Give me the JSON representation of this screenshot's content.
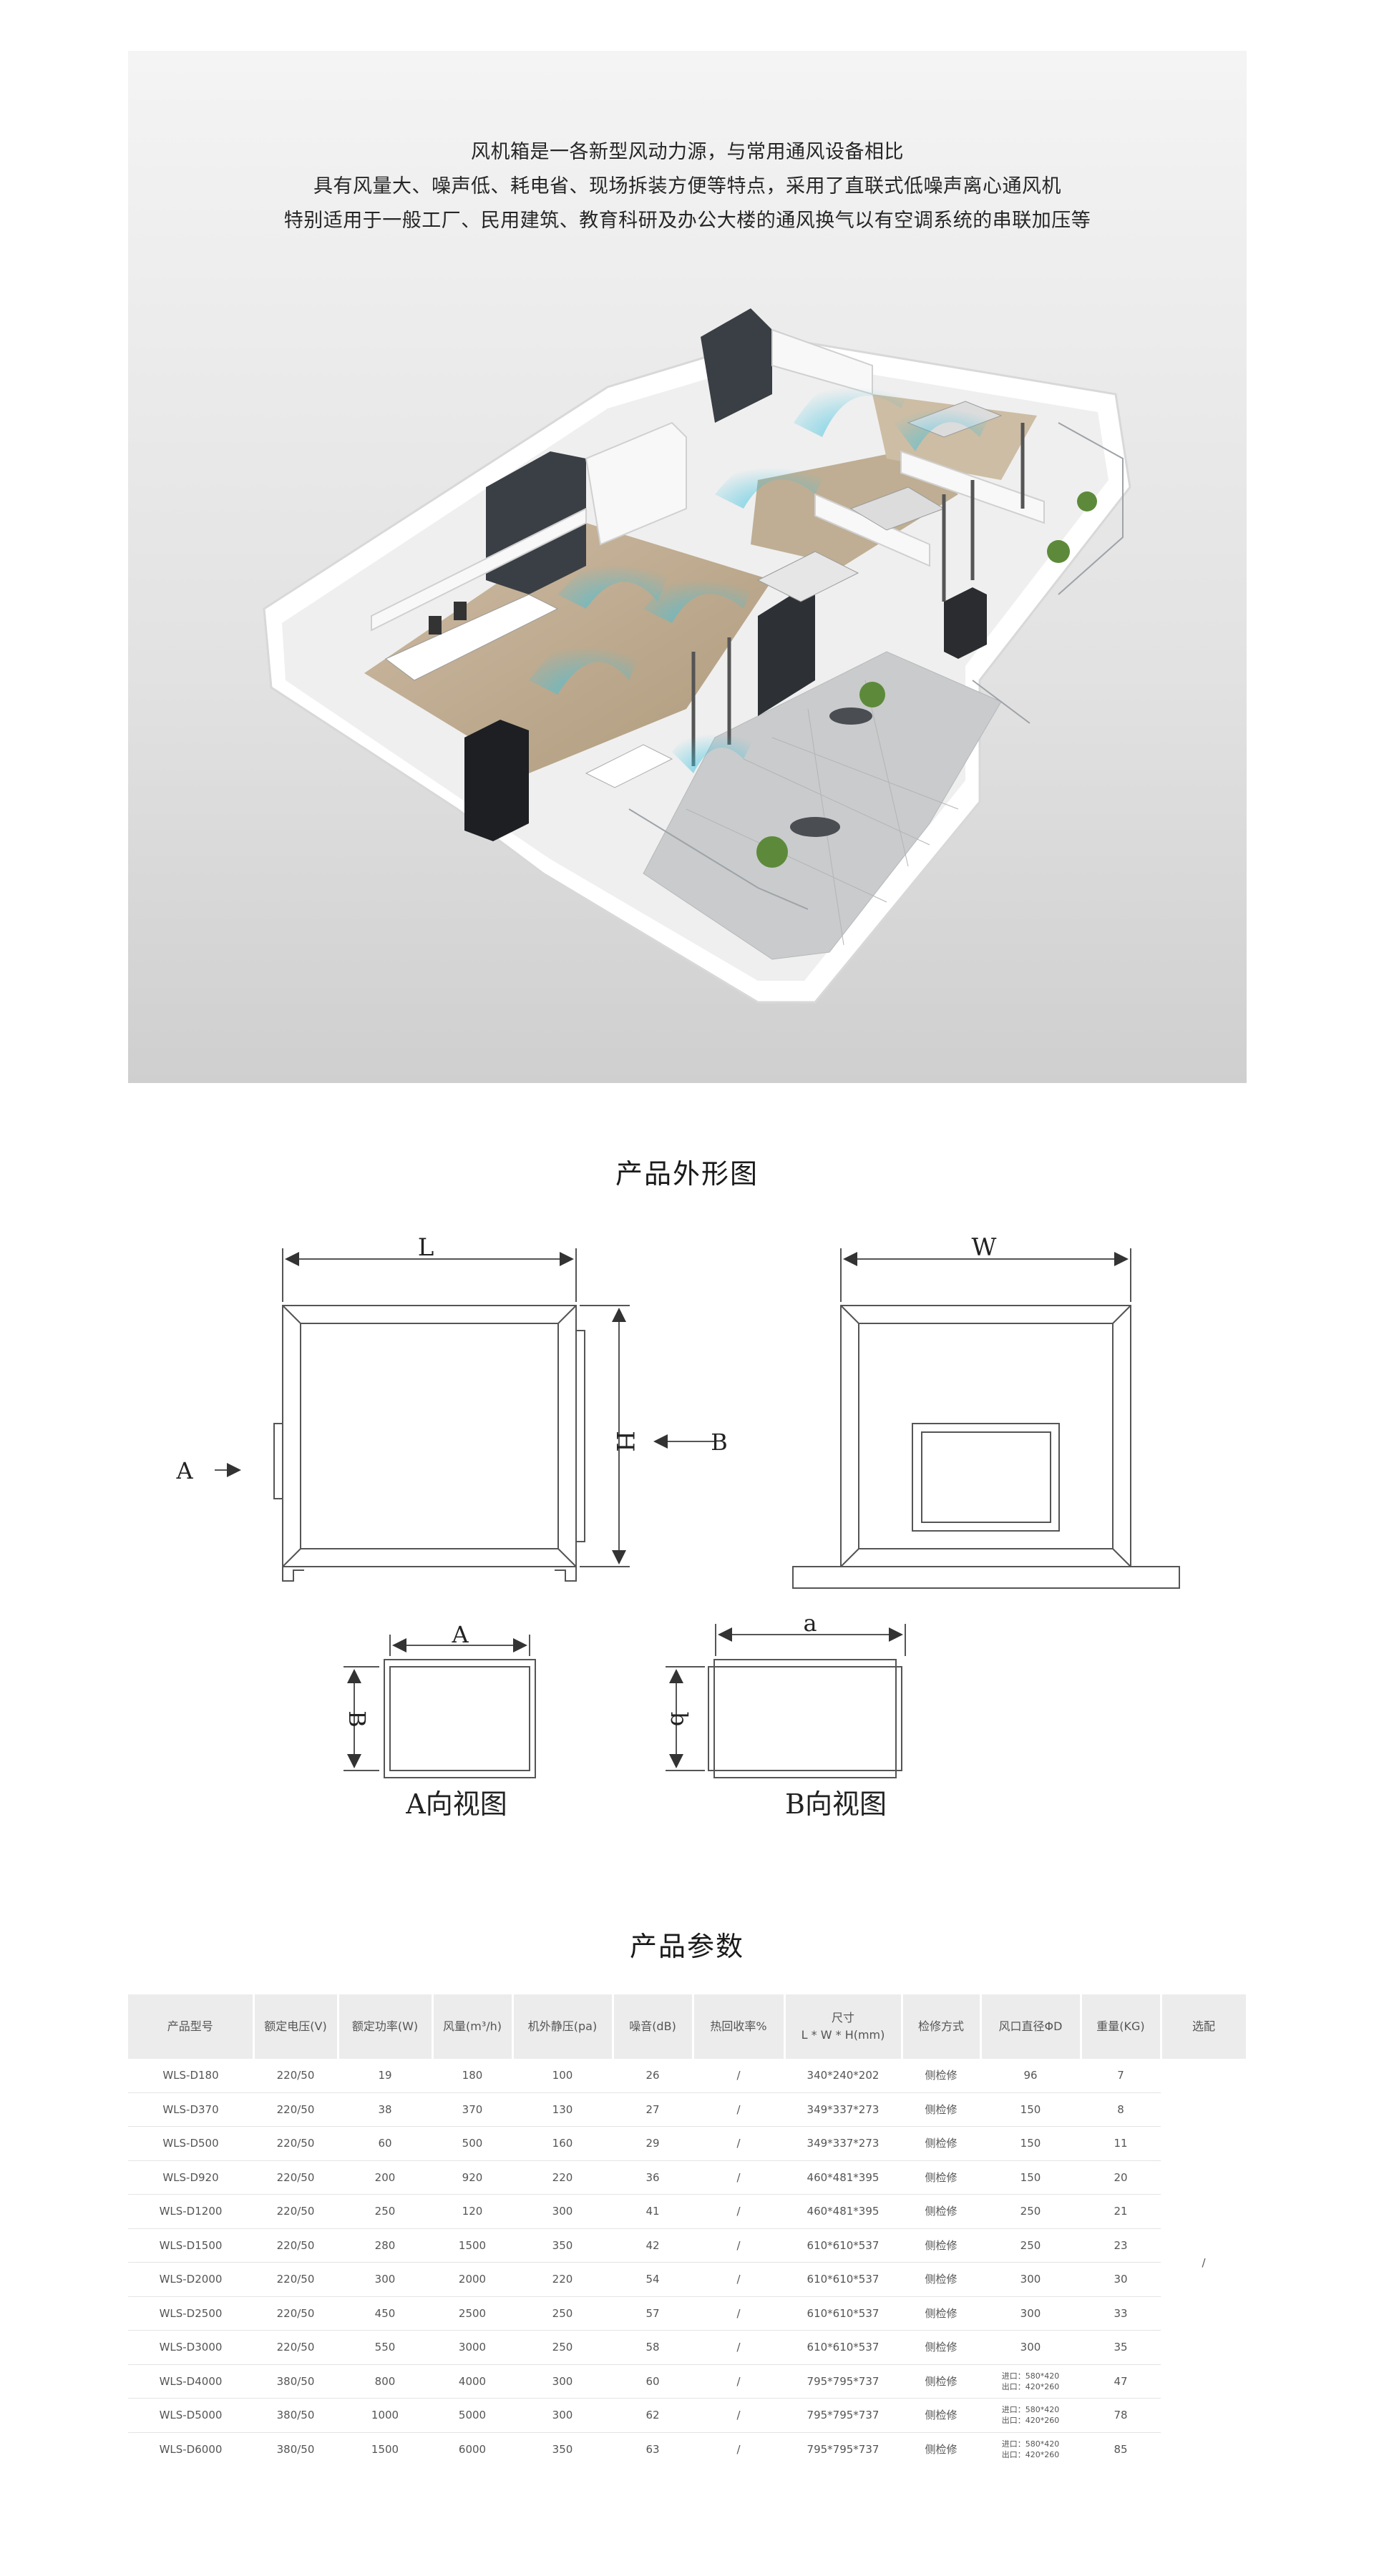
{
  "hero": {
    "lines": [
      "风机箱是一各新型风动力源，与常用通风设备相比",
      "具有风量大、噪声低、耗电省、现场拆装方便等特点，采用了直联式低噪声离心通风机",
      "特别适用于一般工厂、民用建筑、教育科研及办公大楼的通风换气以有空调系统的串联加压等"
    ]
  },
  "outline": {
    "title": "产品外形图",
    "labels": {
      "L": "L",
      "H": "H",
      "W": "W",
      "A": "A",
      "B": "B",
      "a": "a",
      "b": "b",
      "view_a": "A向视图",
      "view_b": "B向视图"
    }
  },
  "params": {
    "title": "产品参数",
    "headers": [
      "产品型号",
      "额定电压(V)",
      "额定功率(W)",
      "风量(m³/h)",
      "机外静压(pa)",
      "噪音(dB)",
      "热回收率%",
      "尺寸\nL * W * H(mm)",
      "检修方式",
      "风口直径ΦD",
      "重量(KG)",
      "选配"
    ],
    "option_value": "/",
    "rows": [
      [
        "WLS-D180",
        "220/50",
        "19",
        "180",
        "100",
        "26",
        "/",
        "340*240*202",
        "侧检修",
        "96",
        "7"
      ],
      [
        "WLS-D370",
        "220/50",
        "38",
        "370",
        "130",
        "27",
        "/",
        "349*337*273",
        "侧检修",
        "150",
        "8"
      ],
      [
        "WLS-D500",
        "220/50",
        "60",
        "500",
        "160",
        "29",
        "/",
        "349*337*273",
        "侧检修",
        "150",
        "11"
      ],
      [
        "WLS-D920",
        "220/50",
        "200",
        "920",
        "220",
        "36",
        "/",
        "460*481*395",
        "侧检修",
        "150",
        "20"
      ],
      [
        "WLS-D1200",
        "220/50",
        "250",
        "120",
        "300",
        "41",
        "/",
        "460*481*395",
        "侧检修",
        "250",
        "21"
      ],
      [
        "WLS-D1500",
        "220/50",
        "280",
        "1500",
        "350",
        "42",
        "/",
        "610*610*537",
        "侧检修",
        "250",
        "23"
      ],
      [
        "WLS-D2000",
        "220/50",
        "300",
        "2000",
        "220",
        "54",
        "/",
        "610*610*537",
        "侧检修",
        "300",
        "30"
      ],
      [
        "WLS-D2500",
        "220/50",
        "450",
        "2500",
        "250",
        "57",
        "/",
        "610*610*537",
        "侧检修",
        "300",
        "33"
      ],
      [
        "WLS-D3000",
        "220/50",
        "550",
        "3000",
        "250",
        "58",
        "/",
        "610*610*537",
        "侧检修",
        "300",
        "35"
      ],
      [
        "WLS-D4000",
        "380/50",
        "800",
        "4000",
        "300",
        "60",
        "/",
        "795*795*737",
        "侧检修",
        [
          "进口：580*420",
          "出口：420*260"
        ],
        "47"
      ],
      [
        "WLS-D5000",
        "380/50",
        "1000",
        "5000",
        "300",
        "62",
        "/",
        "795*795*737",
        "侧检修",
        [
          "进口：580*420",
          "出口：420*260"
        ],
        "78"
      ],
      [
        "WLS-D6000",
        "380/50",
        "1500",
        "6000",
        "350",
        "63",
        "/",
        "795*795*737",
        "侧检修",
        [
          "进口：580*420",
          "出口：420*260"
        ],
        "85"
      ]
    ]
  },
  "colors": {
    "airflow": "#3fc3df",
    "header_bg": "#ececec",
    "line": "#555555"
  }
}
